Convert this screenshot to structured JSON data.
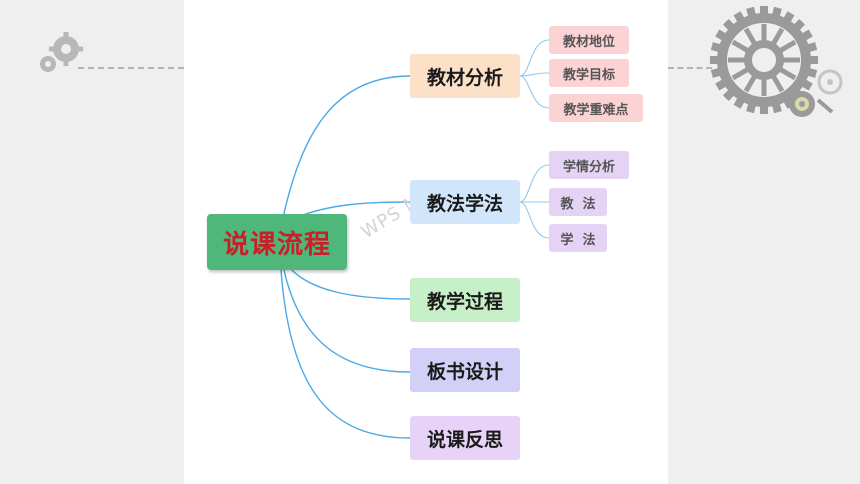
{
  "root": {
    "label": "说课流程"
  },
  "branches": [
    {
      "label": "教材分析",
      "color": "#fde0c8",
      "leaf_color": "#fbd3d3",
      "leaf_text_color": "#555555",
      "leaves": [
        {
          "label": "教材地位"
        },
        {
          "label": "教学目标"
        },
        {
          "label": "教学重难点"
        }
      ]
    },
    {
      "label": "教法学法",
      "color": "#d2e6fb",
      "leaf_color": "#e5d3f5",
      "leaf_text_color": "#555555",
      "leaves": [
        {
          "label": "学情分析"
        },
        {
          "label": "教  法"
        },
        {
          "label": "学  法"
        }
      ]
    },
    {
      "label": "教学过程",
      "color": "#c8f0c8",
      "leaves": []
    },
    {
      "label": "板书设计",
      "color": "#d3d0f7",
      "leaves": []
    },
    {
      "label": "说课反思",
      "color": "#e6d3f7",
      "leaves": []
    }
  ],
  "watermark": "WPS M",
  "colors": {
    "link": "#4aa8e8",
    "leaf_link": "#8ecbf0",
    "gear": "#9a9a9a"
  },
  "icons": [
    "gear-icon"
  ]
}
